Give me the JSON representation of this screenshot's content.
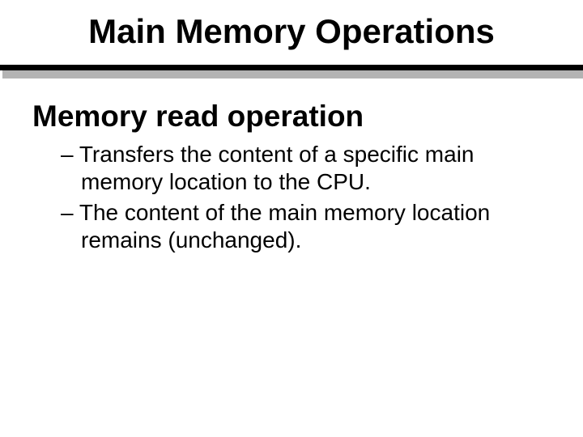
{
  "slide": {
    "title": "Main Memory Operations",
    "heading": "Memory read operation",
    "bullets": [
      {
        "marker": "–",
        "text": "Transfers the content of a specific main memory location to the CPU."
      },
      {
        "marker": "–",
        "text": "The content of the main memory location remains (unchanged)."
      }
    ],
    "colors": {
      "background": "#ffffff",
      "text": "#000000",
      "rule": "#000000",
      "rule_shadow": "#b3b3b3"
    }
  }
}
